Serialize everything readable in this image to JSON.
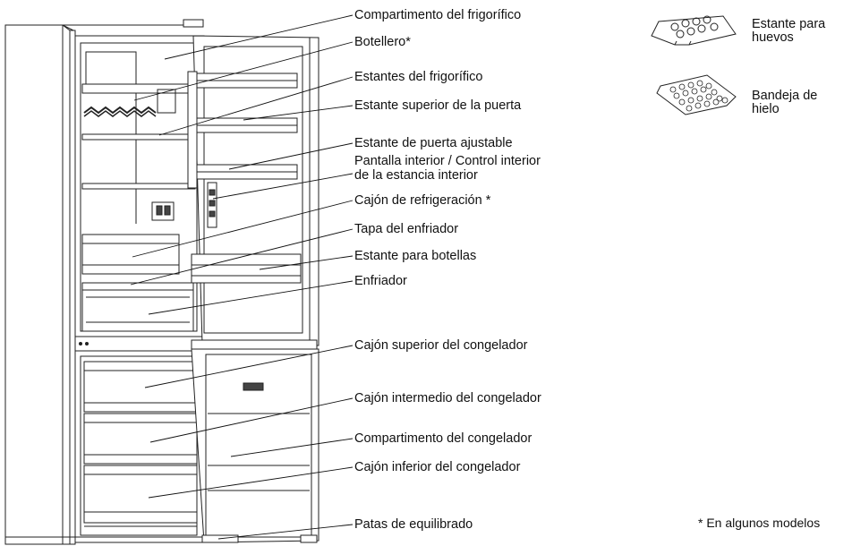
{
  "labels": [
    "Compartimento del frigorífico",
    "Botellero*",
    "Estantes del frigorífico",
    "Estante superior de la puerta",
    "Estante de puerta ajustable",
    "Pantalla interior / Control interior",
    "de la estancia interior",
    "Cajón de refrigeración *",
    "Tapa del enfriador",
    "Estante para botellas",
    "Enfriador",
    "Cajón superior del congelador",
    "Cajón intermedio del congelador",
    "Compartimento del congelador",
    "Cajón inferior del congelador",
    "Patas de equilibrado"
  ],
  "accessories": {
    "egg_a": "Estante para",
    "egg_b": "huevos",
    "ice_a": "Bandeja de",
    "ice_b": "hielo"
  },
  "footnote": "* En algunos modelos"
}
